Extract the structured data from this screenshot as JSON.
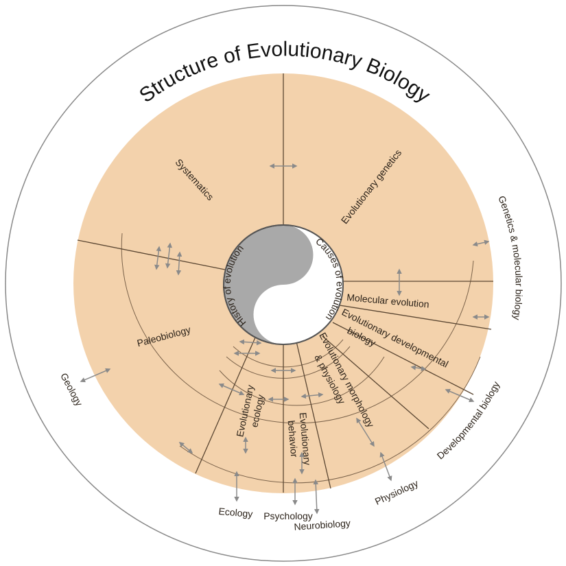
{
  "title": "Structure of Evolutionary Biology",
  "core": {
    "left": "History of evolution",
    "right": "Causes of evolution"
  },
  "fields": {
    "systematics": "Systematics",
    "evolutionary_genetics": "Evolutionary genetics",
    "paleobiology": "Paleobiology",
    "molecular_evolution": "Molecular evolution",
    "evo_devo_1": "Evolutionary developmental",
    "evo_devo_2": "biology",
    "evo_morph_1": "Evolutionary morphology",
    "evo_morph_2": "& physiology",
    "evo_ecology_1": "Evolutionary",
    "evo_ecology_2": "ecology",
    "evo_behavior_1": "Evolutionary",
    "evo_behavior_2": "behavior"
  },
  "outer_disciplines": {
    "genetics": "Genetics & molecular biology",
    "developmental": "Developmental biology",
    "physiology": "Physiology",
    "neurobiology": "Neurobiology",
    "psychology": "Psychology",
    "ecology": "Ecology",
    "geology": "Geology"
  },
  "colors": {
    "disk": "#f3d2ac",
    "core_gray": "#a9a9a9",
    "arrow": "#8a8a8a"
  }
}
